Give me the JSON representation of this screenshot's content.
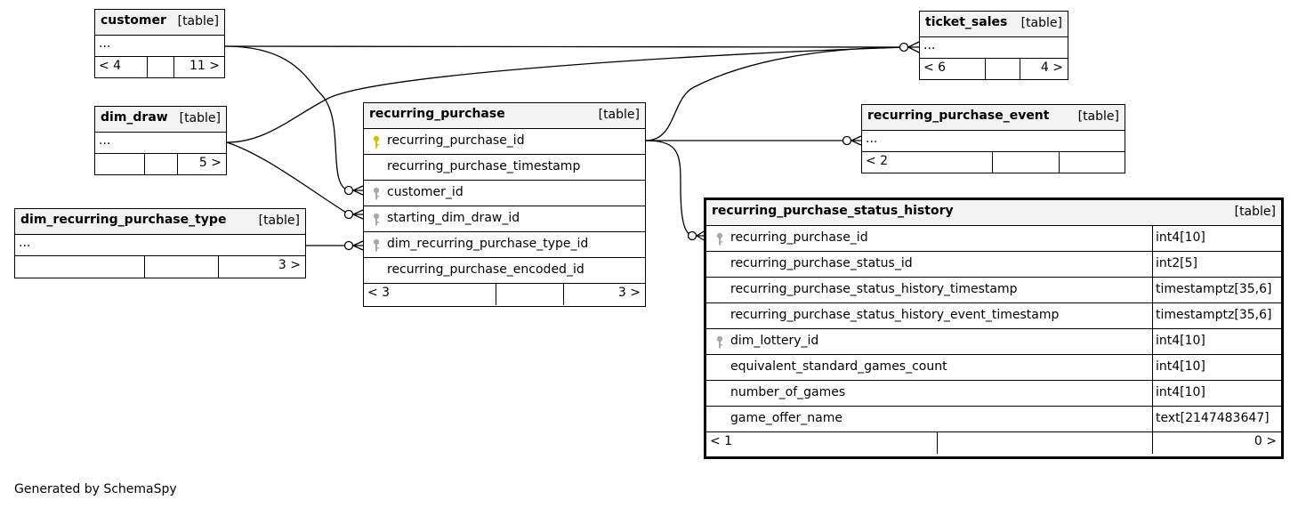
{
  "footer_text": "Generated by SchemaSpy",
  "colors": {
    "primary_key": "#d4c200",
    "foreign_key": "#a8a8a8",
    "header": "#f3f3f3"
  },
  "tables": {
    "customer": {
      "name": "customer",
      "kind": "[table]",
      "ellipsis": "...",
      "parents": "< 4",
      "children": "11 >"
    },
    "dim_draw": {
      "name": "dim_draw",
      "kind": "[table]",
      "ellipsis": "...",
      "parents": "",
      "children": "5 >"
    },
    "dim_recurring_purchase_type": {
      "name": "dim_recurring_purchase_type",
      "kind": "[table]",
      "ellipsis": "...",
      "parents": "",
      "children": "3 >"
    },
    "recurring_purchase": {
      "name": "recurring_purchase",
      "kind": "[table]",
      "columns": [
        {
          "name": "recurring_purchase_id",
          "key": "primary-key-icon"
        },
        {
          "name": "recurring_purchase_timestamp",
          "key": ""
        },
        {
          "name": "customer_id",
          "key": "foreign-key-icon"
        },
        {
          "name": "starting_dim_draw_id",
          "key": "foreign-key-icon"
        },
        {
          "name": "dim_recurring_purchase_type_id",
          "key": "foreign-key-icon"
        },
        {
          "name": "recurring_purchase_encoded_id",
          "key": ""
        }
      ],
      "parents": "< 3",
      "children": "3 >"
    },
    "ticket_sales": {
      "name": "ticket_sales",
      "kind": "[table]",
      "ellipsis": "...",
      "parents": "< 6",
      "children": "4 >"
    },
    "recurring_purchase_event": {
      "name": "recurring_purchase_event",
      "kind": "[table]",
      "ellipsis": "...",
      "parents": "< 2",
      "children": ""
    },
    "recurring_purchase_status_history": {
      "name": "recurring_purchase_status_history",
      "kind": "[table]",
      "columns": [
        {
          "name": "recurring_purchase_id",
          "type": "int4[10]",
          "key": "foreign-key-icon"
        },
        {
          "name": "recurring_purchase_status_id",
          "type": "int2[5]",
          "key": ""
        },
        {
          "name": "recurring_purchase_status_history_timestamp",
          "type": "timestamptz[35,6]",
          "key": ""
        },
        {
          "name": "recurring_purchase_status_history_event_timestamp",
          "type": "timestamptz[35,6]",
          "key": ""
        },
        {
          "name": "dim_lottery_id",
          "type": "int4[10]",
          "key": "foreign-key-icon"
        },
        {
          "name": "equivalent_standard_games_count",
          "type": "int4[10]",
          "key": ""
        },
        {
          "name": "number_of_games",
          "type": "int4[10]",
          "key": ""
        },
        {
          "name": "game_offer_name",
          "type": "text[2147483647]",
          "key": ""
        }
      ],
      "parents": "< 1",
      "children": "0 >"
    }
  }
}
